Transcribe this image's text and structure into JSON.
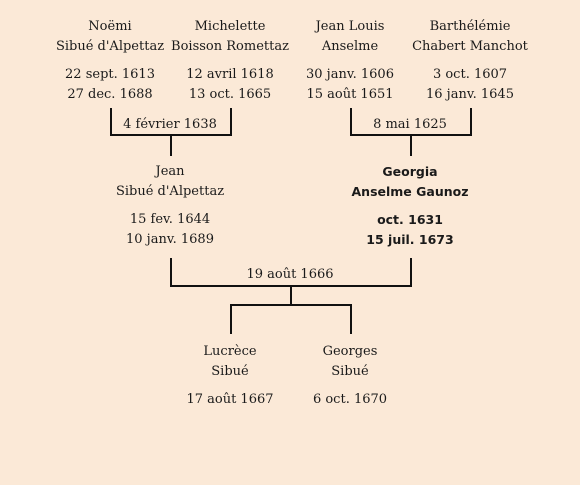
{
  "persons": {
    "noemi": {
      "name1": "Noëmi",
      "name2": "Sibué d'Alpettaz",
      "birth": "22 sept. 1613",
      "death": "27 dec. 1688"
    },
    "michelette": {
      "name1": "Michelette",
      "name2": "Boisson Romettaz",
      "birth": "12 avril 1618",
      "death": "13 oct. 1665"
    },
    "jean_louis": {
      "name1": "Jean Louis",
      "name2": "Anselme",
      "birth": "30 janv. 1606",
      "death": "15 août 1651"
    },
    "barthelemie": {
      "name1": "Barthélémie",
      "name2": "Chabert Manchot",
      "birth": "3 oct. 1607",
      "death": "16 janv. 1645"
    },
    "jean": {
      "name1": "Jean",
      "name2": "Sibué d'Alpettaz",
      "birth": "15 fev. 1644",
      "death": "10 janv. 1689"
    },
    "georgia": {
      "name1": "Georgia",
      "name2": "Anselme Gaunoz",
      "birth": "oct. 1631",
      "death": "15 juil. 1673"
    },
    "lucrece": {
      "name1": "Lucrèce",
      "name2": "Sibué",
      "birth": "17 août 1667"
    },
    "georges": {
      "name1": "Georges",
      "name2": "Sibué",
      "birth": "6 oct. 1670"
    }
  },
  "marriages": {
    "left_grandparents": "4 février 1638",
    "right_grandparents": "8 mai 1625",
    "parents": "19 août 1666"
  },
  "colors": {
    "background": "#fbe9d7",
    "line": "#111111"
  }
}
